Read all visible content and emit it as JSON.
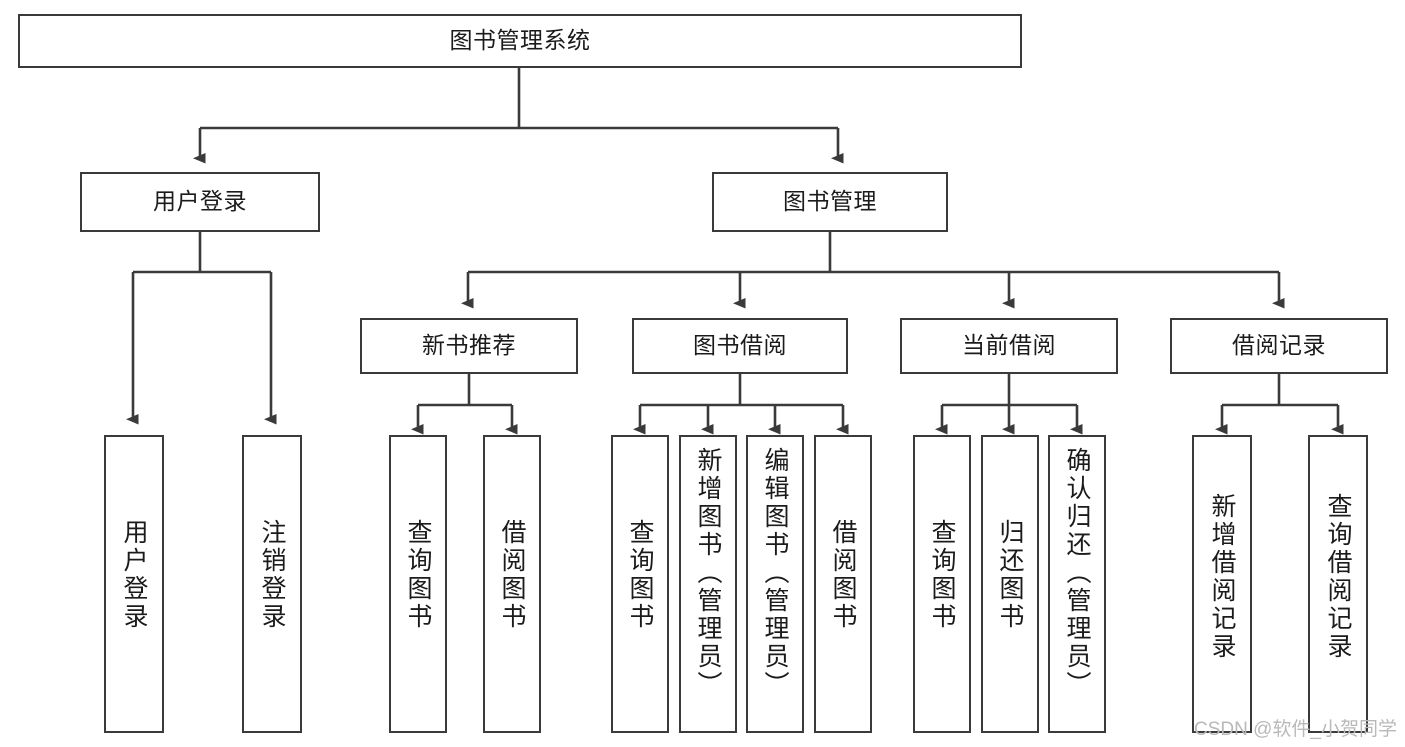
{
  "diagram": {
    "title": "图书管理系统",
    "type": "tree-hierarchy-diagram",
    "colors": {
      "stroke": "#3a3a3c",
      "fill": "#ffffff",
      "text": "#1b1b1b",
      "watermark": "#b9b9b9"
    },
    "root": {
      "id": "root",
      "label": "图书管理系统"
    },
    "level1": [
      {
        "id": "user-login",
        "label": "用户登录"
      },
      {
        "id": "book-manage",
        "label": "图书管理"
      }
    ],
    "level2": [
      {
        "id": "new-book-recommend",
        "label": "新书推荐"
      },
      {
        "id": "book-borrow",
        "label": "图书借阅"
      },
      {
        "id": "current-borrow",
        "label": "当前借阅"
      },
      {
        "id": "borrow-record",
        "label": "借阅记录"
      }
    ],
    "leaves": [
      {
        "id": "leaf-user-login",
        "label": "用户登录",
        "parent": "user-login"
      },
      {
        "id": "leaf-logout-login",
        "label": "注销登录",
        "parent": "user-login"
      },
      {
        "id": "leaf-query-book-1",
        "label": "查询图书",
        "parent": "new-book-recommend"
      },
      {
        "id": "leaf-borrow-book-1",
        "label": "借阅图书",
        "parent": "new-book-recommend"
      },
      {
        "id": "leaf-query-book-2",
        "label": "查询图书",
        "parent": "book-borrow"
      },
      {
        "id": "leaf-add-book-admin",
        "label": "新增图书（管理员）",
        "parent": "book-borrow"
      },
      {
        "id": "leaf-edit-book-admin",
        "label": "编辑图书（管理员）",
        "parent": "book-borrow"
      },
      {
        "id": "leaf-borrow-book-2",
        "label": "借阅图书",
        "parent": "book-borrow"
      },
      {
        "id": "leaf-query-book-3",
        "label": "查询图书",
        "parent": "current-borrow"
      },
      {
        "id": "leaf-return-book",
        "label": "归还图书",
        "parent": "current-borrow"
      },
      {
        "id": "leaf-confirm-return-admin",
        "label": "确认归还（管理员）",
        "parent": "current-borrow"
      },
      {
        "id": "leaf-add-borrow-record",
        "label": "新增借阅记录",
        "parent": "borrow-record"
      },
      {
        "id": "leaf-query-borrow-record",
        "label": "查询借阅记录",
        "parent": "borrow-record"
      }
    ]
  },
  "watermark": {
    "text": "CSDN @软件_小贺同学"
  }
}
